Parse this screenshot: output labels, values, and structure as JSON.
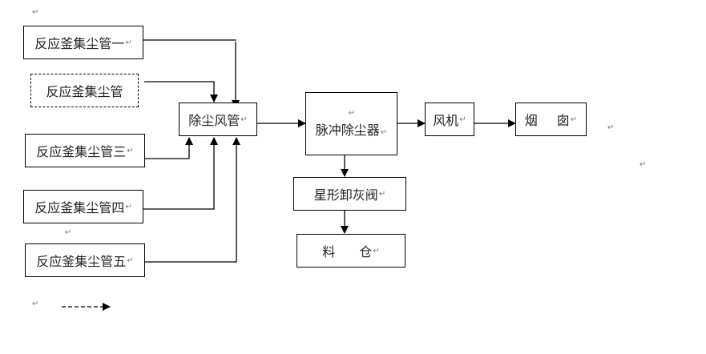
{
  "nodes": {
    "pipe1": "反应釜集尘管一",
    "pipe2": "反应釜集尘管",
    "pipe3": "反应釜集尘管三",
    "pipe4": "反应釜集尘管四",
    "pipe5": "反应釜集尘管五",
    "duct": "除尘风管",
    "collector": "脉冲除尘器",
    "fan": "风机",
    "chimney_a": "烟",
    "chimney_b": "囱",
    "valve": "星形卸灰阀",
    "silo_a": "料",
    "silo_b": "仓"
  },
  "paragraph_mark": "↵",
  "edges": [
    {
      "from": "pipe1",
      "to": "duct"
    },
    {
      "from": "pipe2",
      "to": "duct",
      "style": "solid"
    },
    {
      "from": "pipe3",
      "to": "duct"
    },
    {
      "from": "pipe4",
      "to": "duct"
    },
    {
      "from": "pipe5",
      "to": "duct"
    },
    {
      "from": "duct",
      "to": "collector"
    },
    {
      "from": "collector",
      "to": "fan"
    },
    {
      "from": "fan",
      "to": "chimney"
    },
    {
      "from": "collector",
      "to": "valve"
    },
    {
      "from": "valve",
      "to": "silo"
    }
  ],
  "legend": {
    "dashed_arrow": "dashed line arrow"
  }
}
